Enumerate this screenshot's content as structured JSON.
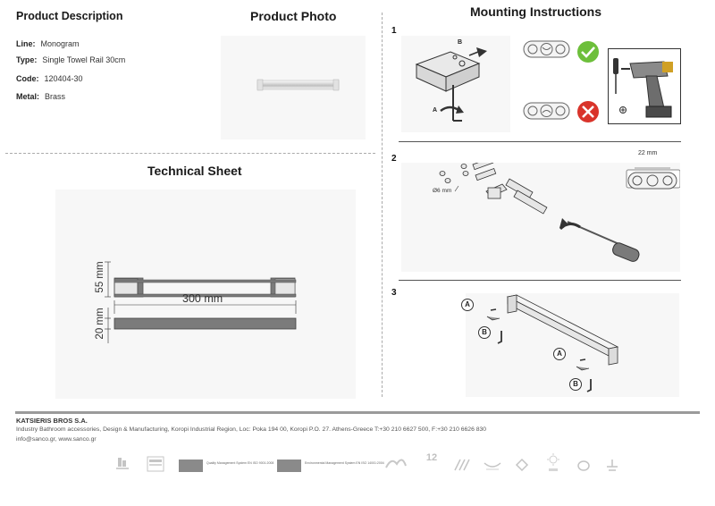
{
  "headings": {
    "product_description": "Product Description",
    "product_photo": "Product Photo",
    "mounting_instructions": "Mounting Instructions",
    "technical_sheet": "Technical Sheet"
  },
  "specs": [
    {
      "key": "Line:",
      "value": "Monogram"
    },
    {
      "key": "Type:",
      "value": "Single Towel Rail 30cm"
    },
    {
      "key": "Code:",
      "value": "120404-30"
    },
    {
      "key": "Metal:",
      "value": "Brass"
    }
  ],
  "technical": {
    "height_label": "55 mm",
    "width_label": "300 mm",
    "depth_label": "20 mm"
  },
  "steps": {
    "step1": "1",
    "step2": "2",
    "step3": "3",
    "label_a": "A",
    "label_b": "B",
    "hole_diameter": "Ø6 mm",
    "plate_width": "22 mm"
  },
  "footer": {
    "company": "KATSIERIS BROS S.A.",
    "address": "Industry Bathroom accessories, Design & Manufacturing, Koropi Industrial Region, Loc: Poka 194 00, Koropi P.O. 27. Athens-Greece   T:+30 210 6627 500, F:+30 210 6626 830",
    "contact": "info@sanco.gr, www.sanco.gr"
  },
  "certifications": {
    "iso9001": "Quality Management System EN ISO 9001:2008",
    "iso14001": "Environmental Management System EN ISO 14001:2004",
    "years": "12"
  },
  "colors": {
    "accent_green": "#6dbf3b",
    "accent_red": "#d9342b",
    "metal_gray": "#7a7a7a"
  }
}
